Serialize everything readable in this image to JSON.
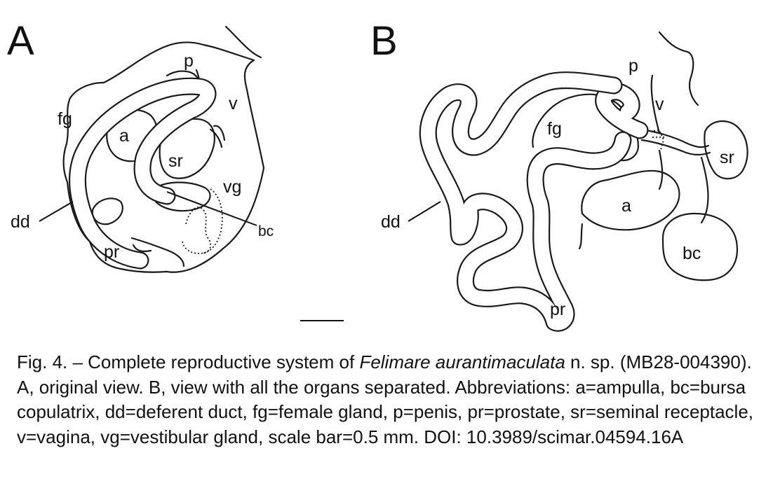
{
  "panels": {
    "a": {
      "letter": "A",
      "labels": {
        "p": "p",
        "v": "v",
        "fg": "fg",
        "a": "a",
        "sr": "sr",
        "vg": "vg",
        "dd": "dd",
        "bc": "bc",
        "pr": "pr"
      }
    },
    "b": {
      "letter": "B",
      "labels": {
        "p": "p",
        "v": "v",
        "fg": "fg",
        "sr": "sr",
        "dd": "dd",
        "a": "a",
        "bc": "bc",
        "pr": "pr"
      }
    }
  },
  "caption": {
    "prefix": "Fig. 4. – Complete reproductive system of ",
    "species": "Felimare aurantimaculata",
    "rest": " n. sp. (MB28-004390). A, original view. B, view with all the organs separated. Abbreviations: a=ampulla, bc=bursa copulatrix, dd=deferent duct, fg=female gland, p=penis, pr=prostate, sr=seminal receptacle, v=vagina, vg=vestibular gland, scale bar=0.5 mm. DOI: 10.3989/scimar.04594.16A"
  }
}
